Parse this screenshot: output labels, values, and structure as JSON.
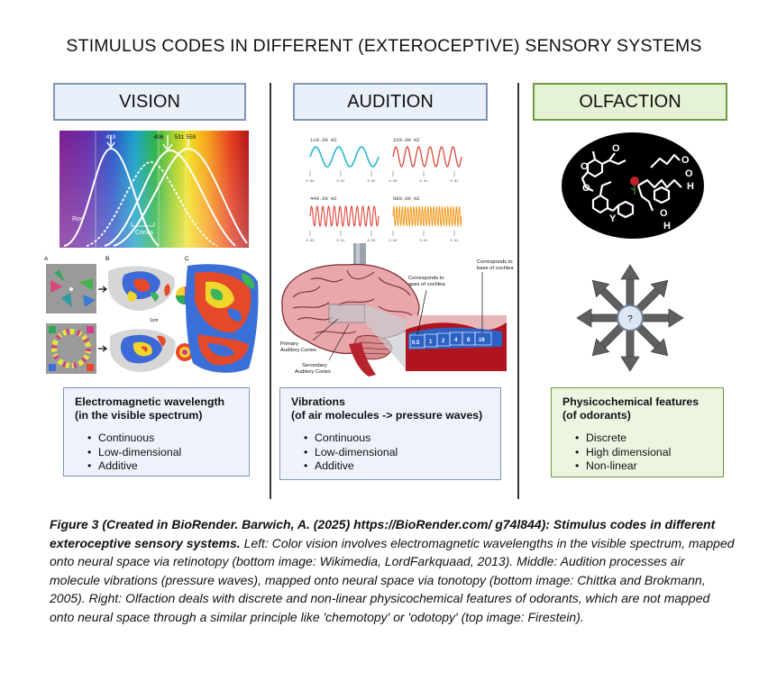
{
  "title": "STIMULUS CODES IN DIFFERENT (EXTEROCEPTIVE) SENSORY SYSTEMS",
  "columns": [
    {
      "header": "VISION",
      "box_title_line1": "Electromagnetic wavelength",
      "box_title_line2": "(in the visible spectrum)",
      "bullets": [
        "Continuous",
        "Low-dimensional",
        "Additive"
      ],
      "spectrum": {
        "peaks": [
          "419",
          "496",
          "531",
          "559"
        ],
        "rod_label": "Rod",
        "cones_label": "Cones"
      },
      "retinotopy": {
        "panel_labels": [
          "A",
          "B",
          "C"
        ],
        "scale_label": "1cm"
      }
    },
    {
      "header": "AUDITION",
      "box_title_line1": "Vibrations",
      "box_title_line2": "(of air molecules -> pressure waves)",
      "bullets": [
        "Continuous",
        "Low-dimensional",
        "Additive"
      ],
      "waves": [
        {
          "label": "110.00 HZ",
          "color": "#29b6d6"
        },
        {
          "label": "220.00 HZ",
          "color": "#e0453a"
        },
        {
          "label": "440.00 HZ",
          "color": "#e0453a"
        },
        {
          "label": "880.00 HZ",
          "color": "#f39b1f"
        }
      ],
      "wave_ticks": [
        "0.00",
        "0.01",
        "0.02"
      ],
      "brain": {
        "label_base": "Corresponds to base of cochlea",
        "label_apex": "Corresponds to apex of cochlea",
        "label_primary": "Primary Auditory Cortex",
        "label_secondary": "Secondary Auditory Cortex",
        "cochlea_values": [
          "0.5",
          "1",
          "2",
          "4",
          "8",
          "16"
        ]
      }
    },
    {
      "header": "OLFACTION",
      "box_title_line1": "Physicochemical features",
      "box_title_line2": "(of odorants)",
      "bullets": [
        "Discrete",
        "High dimensional",
        "Non-linear"
      ],
      "question_mark": "?"
    }
  ],
  "caption": {
    "bold_part": "Figure 3 (Created in BioRender. Barwich, A. (2025) https://BioRender.com/ g74l844): Stimulus codes in different exteroceptive sensory systems.",
    "rest": " Left: Color vision involves electromagnetic wavelengths in the visible spectrum, mapped onto neural space via retinotopy (bottom image: Wikimedia, LordFarkquaad, 2013). Middle: Audition processes air molecule vibrations (pressure waves), mapped onto neural space via tonotopy (bottom image: Chittka and Brokmann, 2005). Right: Olfaction deals with discrete and non-linear physicochemical features of odorants, which are not mapped onto neural space through a similar principle like 'chemotopy' or 'odotopy' (top image: Firestein)."
  },
  "colors": {
    "vision_border": "#7f95b3",
    "vision_fill": "#eaf0f9",
    "olfaction_border": "#6f9a3d",
    "olfaction_fill": "#e6f2d5"
  }
}
